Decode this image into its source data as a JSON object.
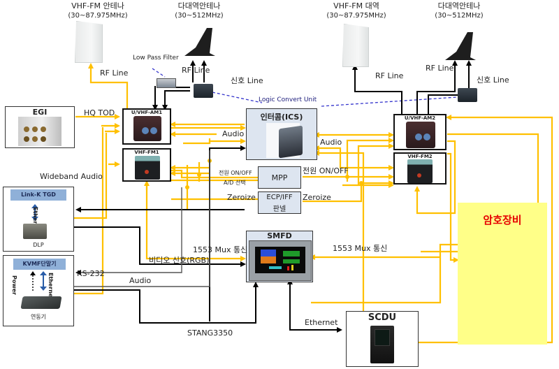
{
  "diagram": {
    "type": "system-block-diagram",
    "colors": {
      "audio_line": "#ffc000",
      "signal_line": "#000000",
      "logic_line": "#3333cc",
      "crypto_fill": "#ffff88",
      "crypto_text": "#e60000",
      "box_fill": "#dde5f0",
      "label_bar": "#8fb0d8"
    },
    "antennas": {
      "vhf_fm_1": {
        "title": "VHF-FM  안테나",
        "range": "(30~87.975MHz)"
      },
      "multi_1": {
        "title": "다대역안테나",
        "range": "(30~512MHz)"
      },
      "vhf_fm_2": {
        "title": "VHF-FM  대역",
        "range": "(30~87.975MHz)"
      },
      "multi_2": {
        "title": "다대역안테나",
        "range": "(30~512MHz)"
      }
    },
    "components": {
      "egi": "EGI",
      "uvhf_am1": "U/VHF-AM1",
      "vhf_fm1": "VHF-FM1",
      "ics": "인터콤(ICS)",
      "mpp": "MPP",
      "ecp_iff_line1": "ECP/IFF",
      "ecp_iff_line2": "판넬",
      "uvhf_am2": "U/VHF-AM2",
      "vhf_fm2": "VHF-FM2",
      "crypto": "암호장비",
      "smfd": "SMFD",
      "scdu": "SCDU",
      "link_k": "Link-K TGD",
      "dlp": "DLP",
      "link_k_ethernet": "Ethernet",
      "kvmf": "KVMF단말기",
      "kvmf_power": "Power",
      "kvmf_ethernet": "Ethernet",
      "kvmf_device": "연동기",
      "low_pass_filter": "Low Pass Filter",
      "logic_convert_unit": "Logic Convert Unit"
    },
    "connection_labels": {
      "rf_line_1": "RF Line",
      "rf_line_2": "RF Line",
      "signal_line_1": "신호 Line",
      "rf_line_3": "RF Line",
      "rf_line_4": "RF Line",
      "signal_line_2": "신호 Line",
      "hq_tod": "HQ TOD",
      "audio_left": "Audio",
      "audio_right": "Audio",
      "wideband_audio": "Wideband  Audio",
      "power_left_1": "전원 ON/OFF",
      "power_left_2": "A/D 선택",
      "power_right": "전원 ON/OFF",
      "zeroize_left": "Zeroize",
      "zeroize_right": "Zeroize",
      "mux_left": "1553 Mux 통신",
      "mux_right": "1553 Mux 통신",
      "video_rgb": "비디오 신호(RGB)",
      "rs232": "RS-232",
      "audio_bottom": "Audio",
      "stang": "STANG3350",
      "ethernet": "Ethernet"
    }
  }
}
